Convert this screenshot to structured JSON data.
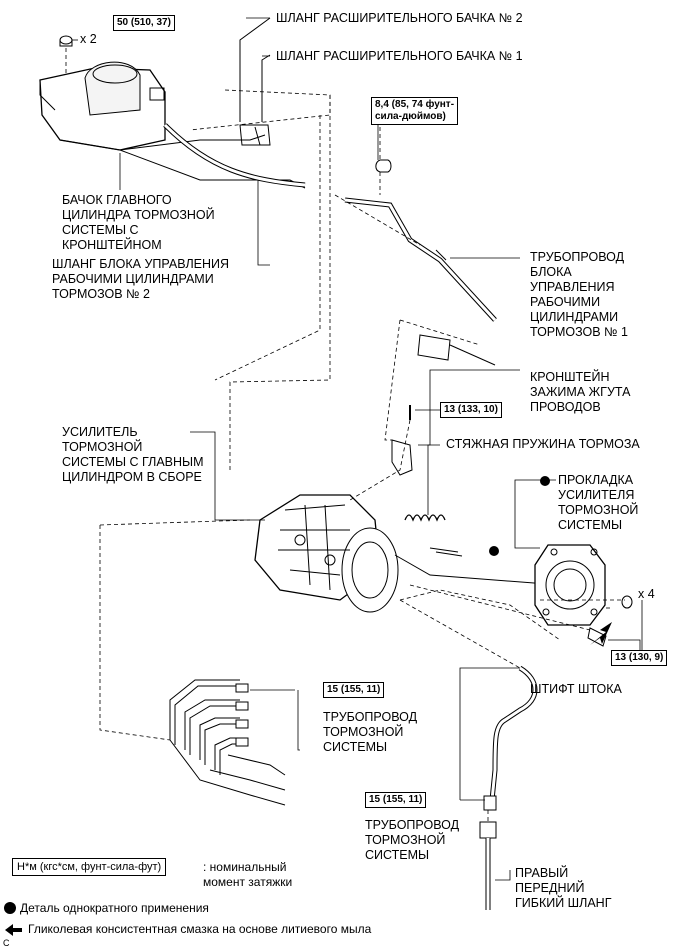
{
  "callouts": {
    "reservoir_hose_2": "ШЛАНГ РАСШИРИТЕЛЬНОГО БАЧКА № 2",
    "reservoir_hose_1": "ШЛАНГ РАСШИРИТЕЛЬНОГО БАЧКА № 1",
    "reservoir": "БАЧОК ГЛАВНОГО\nЦИЛИНДРА ТОРМОЗНОЙ\nСИСТЕМЫ С\nКРОНШТЕЙНОМ",
    "actuator_hose_2": "ШЛАНГ БЛОКА УПРАВЛЕНИЯ\nРАБОЧИМИ ЦИЛИНДРАМИ\nТОРМОЗОВ № 2",
    "actuator_pipe_1": "ТРУБОПРОВОД\nБЛОКА\nУПРАВЛЕНИЯ\nРАБОЧИМИ\nЦИЛИНДРАМИ\nТОРМОЗОВ № 1",
    "wire_clamp_bracket": "КРОНШТЕЙН\nЗАЖИМА ЖГУТА\nПРОВОДОВ",
    "return_spring": "СТЯЖНАЯ ПРУЖИНА ТОРМОЗА",
    "booster": "УСИЛИТЕЛЬ\nТОРМОЗНОЙ\nСИСТЕМЫ С ГЛАВНЫМ\nЦИЛИНДРОМ В СБОРЕ",
    "booster_gasket": "ПРОКЛАДКА\nУСИЛИТЕЛЯ\nТОРМОЗНОЙ\nСИСТЕМЫ",
    "push_rod_pin": "ШТИФТ ШТОКА",
    "brake_line_1": "ТРУБОПРОВОД\nТОРМОЗНОЙ\nСИСТЕМЫ",
    "brake_line_2": "ТРУБОПРОВОД\nТОРМОЗНОЙ\nСИСТЕМЫ",
    "flex_hose": "ПРАВЫЙ\nПЕРЕДНИЙ\nГИБКИЙ ШЛАНГ"
  },
  "torques": {
    "t50": "50 (510, 37)",
    "t84": "8,4 (85, 74 фунт-\nсила-дюймов)",
    "t13a": "13 (133, 10)",
    "t13b": "13 (130, 9)",
    "t15a": "15 (155, 11)",
    "t15b": "15 (155, 11)"
  },
  "quantities": {
    "q1": "x 2",
    "q2": "x 4"
  },
  "legend": {
    "torque_unit": "Н*м (кгс*см, фунт-сила-фут)",
    "torque_desc": ": номинальный\nмомент затяжки",
    "non_reusable": "Деталь однократного применения",
    "grease": "Гликолевая консистентная смазка на основе литиевого мыла"
  },
  "figure_code": "C"
}
